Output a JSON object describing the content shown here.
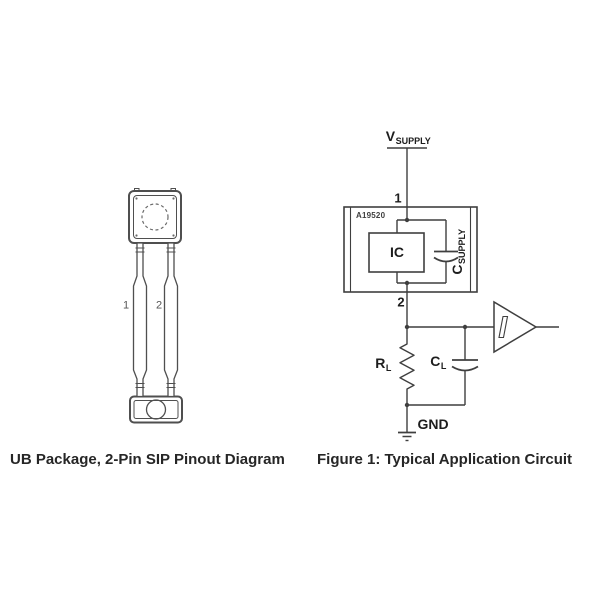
{
  "figure": {
    "background": "#ffffff",
    "circuit_line_color": "#3f3f3f",
    "package_line_color": "#4f4f4f",
    "text_color": "#1d1d1d"
  },
  "package_diagram": {
    "caption": "UB Package, 2-Pin SIP Pinout Diagram",
    "pin_labels": {
      "pin1": "1",
      "pin2": "2"
    }
  },
  "application_circuit": {
    "caption": "Figure 1: Typical Application Circuit",
    "supply_label": {
      "main": "V",
      "sub": "SUPPLY"
    },
    "pin1_label": "1",
    "pin2_label": "2",
    "device_name": "A19520",
    "ic_label": "IC",
    "supply_cap_label": {
      "main": "C",
      "sub": "SUPPLY"
    },
    "load_resistor_label": {
      "main": "R",
      "sub": "L"
    },
    "load_cap_label": {
      "main": "C",
      "sub": "L"
    },
    "ground_label": "GND"
  }
}
